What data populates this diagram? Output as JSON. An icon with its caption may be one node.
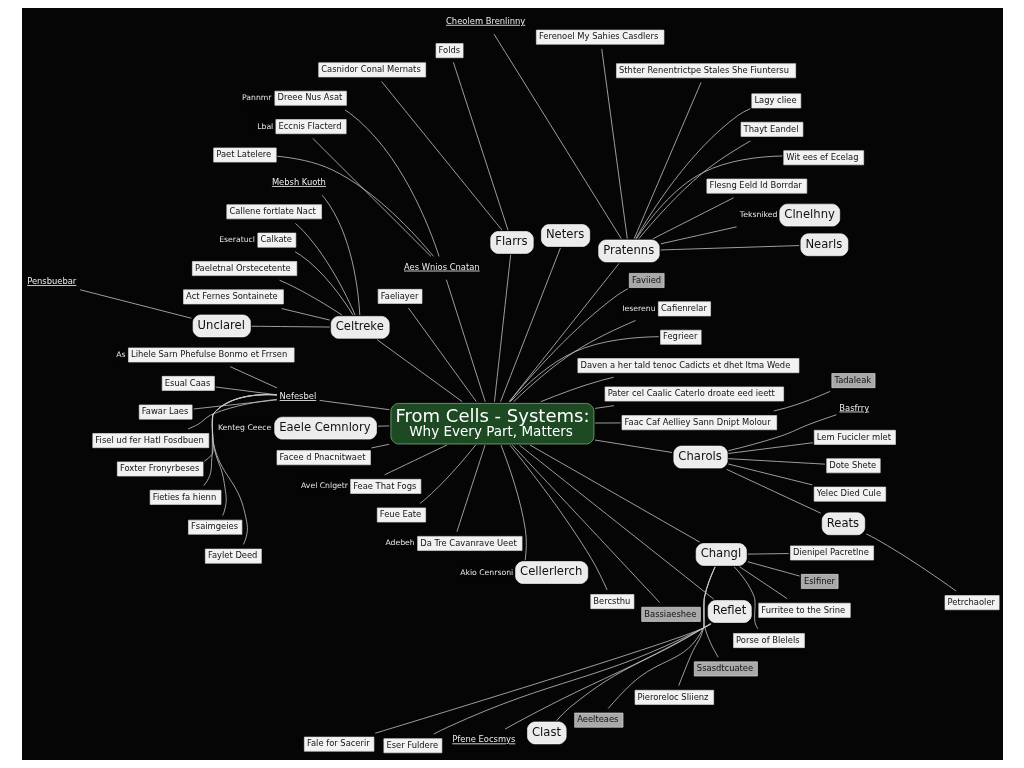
{
  "diagram": {
    "nodes": [
      {
        "text": [
          "From Cells - Systems:",
          "Why Every Part, Matters"
        ]
      },
      {
        "text": [
          "Celtreke"
        ]
      },
      {
        "text": [
          "Mebsh Kuoth"
        ]
      },
      {
        "text": [
          "Callene fortlate Nact"
        ]
      },
      {
        "text": [
          "Calkate"
        ],
        "beside": [
          "Eseratucl"
        ]
      },
      {
        "text": [
          "Paeletnal Orstecetente"
        ]
      },
      {
        "text": [
          "Act Fernes Sontainete"
        ]
      },
      {
        "text": [
          "Unclarel"
        ]
      },
      {
        "text": [
          "Pensbuebar"
        ]
      },
      {
        "text": [
          "Aes Wnios Cnatan"
        ]
      },
      {
        "text": [
          "Paet Latelere"
        ]
      },
      {
        "text": [
          "Eccnis Flacterd"
        ],
        "beside": [
          "Lbal"
        ]
      },
      {
        "text": [
          "Dreee Nus Asat"
        ],
        "beside": [
          "Pannmr"
        ]
      },
      {
        "text": [
          "Faeliayer"
        ]
      },
      {
        "text": [
          "Casnidor Conal Mernats"
        ]
      },
      {
        "text": [
          "Folds"
        ]
      },
      {
        "text": [
          "Flarrs"
        ]
      },
      {
        "text": [
          "Neters"
        ]
      },
      {
        "text": [
          "Pratenns"
        ]
      },
      {
        "text": [
          "Cheolem Brenlinny"
        ]
      },
      {
        "text": [
          "Ferenoel My Sahies Casdlers"
        ]
      },
      {
        "text": [
          "Sthter Renentrictpe Stales She Fiuntersu"
        ]
      },
      {
        "text": [
          "Lagy cliee"
        ]
      },
      {
        "text": [
          "Thayt Eandel"
        ]
      },
      {
        "text": [
          "Wit ees ef Ecelag"
        ]
      },
      {
        "text": [
          "Flesng Eeld Id Borrdar"
        ]
      },
      {
        "text": [
          "Clnelhny"
        ],
        "beside": [
          "Teksniked"
        ]
      },
      {
        "text": [
          "Nearls"
        ]
      },
      {
        "text": [
          "Faviied"
        ]
      },
      {
        "text": [
          "Cafienrelar"
        ],
        "beside": [
          "Ieserenu"
        ]
      },
      {
        "text": [
          "Fegrieer"
        ]
      },
      {
        "text": [
          "Daven a her tald tenoc Cadicts et dhet ltma Wede"
        ]
      },
      {
        "text": [
          "Pater cel Caalic Caterlo droate eed ieett"
        ]
      },
      {
        "text": [
          "Faac Caf Aelliey Sann Dnipt Molour"
        ]
      },
      {
        "text": [
          "Tadaleak"
        ]
      },
      {
        "text": [
          "Charols"
        ]
      },
      {
        "text": [
          "Basfrry"
        ]
      },
      {
        "text": [
          "Lem Fucicler mlet"
        ]
      },
      {
        "text": [
          "Dote Shete"
        ]
      },
      {
        "text": [
          "Yelec Died Cule"
        ]
      },
      {
        "text": [
          "Reats"
        ]
      },
      {
        "text": [
          "Petrchaoler"
        ]
      },
      {
        "text": [
          "Changl"
        ]
      },
      {
        "text": [
          "Dienipel Pacretlne"
        ]
      },
      {
        "text": [
          "Eslfiner"
        ]
      },
      {
        "text": [
          "Furritee to the Srine"
        ]
      },
      {
        "text": [
          "Porse of Blelels"
        ]
      },
      {
        "text": [
          "Ssasdtcuatee"
        ]
      },
      {
        "text": [
          "Pieroreloc Sliienz"
        ]
      },
      {
        "text": [
          "Aeelteaes"
        ]
      },
      {
        "text": [
          "Reflet"
        ]
      },
      {
        "text": [
          "Fale for Sacerir"
        ]
      },
      {
        "text": [
          "Eser Fuldere"
        ]
      },
      {
        "text": [
          "Pfene Eocsmys"
        ]
      },
      {
        "text": [
          "Clast"
        ]
      },
      {
        "text": [
          "Eaele Cemnlory"
        ],
        "beside": [
          "Kenteg Ceece"
        ]
      },
      {
        "text": [
          "Facee d Pnacnitwaet"
        ]
      },
      {
        "text": [
          "Feae That Fogs"
        ],
        "beside": [
          "Avel Cnlgetr"
        ]
      },
      {
        "text": [
          "Feue Eate"
        ]
      },
      {
        "text": [
          "Da Tre Cavanrave Ueet"
        ],
        "beside": [
          "Adebeh"
        ]
      },
      {
        "text": [
          "Cellerlerch"
        ],
        "beside": [
          "Akio Cenrsoni"
        ]
      },
      {
        "text": [
          "Bercsthu"
        ]
      },
      {
        "text": [
          "Bassiaeshee"
        ]
      },
      {
        "text": [
          "Nefesbel"
        ]
      },
      {
        "text": [
          "Lihele Sarn Phefulse Bonmo et Frrsen"
        ],
        "beside": [
          "As"
        ]
      },
      {
        "text": [
          "Esual Caas"
        ]
      },
      {
        "text": [
          "Fawar Laes"
        ]
      },
      {
        "text": [
          "Fisel ud fer Hatl Fosdbuen"
        ]
      },
      {
        "text": [
          "Foxter Fronyrbeses"
        ]
      },
      {
        "text": [
          "Fieties fa hienn"
        ]
      },
      {
        "text": [
          "Fsaimgeies"
        ]
      },
      {
        "text": [
          "Faylet Deed"
        ]
      }
    ],
    "edges": [
      {
        "from": 0,
        "to": 1,
        "arrow": "none"
      },
      {
        "from": 1,
        "to": 2,
        "arrow": "none"
      },
      {
        "from": 1,
        "to": 3,
        "arrow": "none"
      },
      {
        "from": 1,
        "to": 4,
        "arrow": "none"
      },
      {
        "from": 1,
        "to": 5,
        "arrow": "none"
      },
      {
        "from": 1,
        "to": 6,
        "arrow": "none"
      },
      {
        "from": 1,
        "to": 7,
        "arrow": "none"
      },
      {
        "from": 7,
        "to": 8,
        "arrow": "none"
      },
      {
        "from": 0,
        "to": 9,
        "arrow": "none"
      },
      {
        "from": 9,
        "to": 10,
        "arrow": "none"
      },
      {
        "from": 9,
        "to": 11,
        "arrow": "none"
      },
      {
        "from": 9,
        "to": 12,
        "arrow": "none"
      },
      {
        "from": 0,
        "to": 13,
        "arrow": "none"
      },
      {
        "from": 0,
        "to": 16,
        "arrow": "none"
      },
      {
        "from": 16,
        "to": 14,
        "arrow": "none"
      },
      {
        "from": 16,
        "to": 15,
        "arrow": "none"
      },
      {
        "from": 0,
        "to": 17,
        "arrow": "none"
      },
      {
        "from": 0,
        "to": 18,
        "arrow": "none"
      },
      {
        "from": 18,
        "to": 19,
        "arrow": "none"
      },
      {
        "from": 18,
        "to": 20,
        "arrow": "none"
      },
      {
        "from": 18,
        "to": 21,
        "arrow": "none"
      },
      {
        "from": 18,
        "to": 22,
        "arrow": "none"
      },
      {
        "from": 18,
        "to": 23,
        "arrow": "none"
      },
      {
        "from": 18,
        "to": 24,
        "arrow": "none"
      },
      {
        "from": 18,
        "to": 25,
        "arrow": "none"
      },
      {
        "from": 18,
        "to": 26,
        "arrow": "none"
      },
      {
        "from": 18,
        "to": 27,
        "arrow": "none"
      },
      {
        "from": 0,
        "to": 28,
        "arrow": "none"
      },
      {
        "from": 0,
        "to": 29,
        "arrow": "none"
      },
      {
        "from": 0,
        "to": 30,
        "arrow": "none"
      },
      {
        "from": 0,
        "to": 31,
        "arrow": "none"
      },
      {
        "from": 0,
        "to": 32,
        "arrow": "none"
      },
      {
        "from": 0,
        "to": 33,
        "arrow": "none"
      },
      {
        "from": 33,
        "to": 34,
        "arrow": "none"
      },
      {
        "from": 0,
        "to": 35,
        "arrow": "none"
      },
      {
        "from": 35,
        "to": 36,
        "arrow": "none"
      },
      {
        "from": 35,
        "to": 37,
        "arrow": "none"
      },
      {
        "from": 35,
        "to": 38,
        "arrow": "none"
      },
      {
        "from": 35,
        "to": 39,
        "arrow": "none"
      },
      {
        "from": 35,
        "to": 40,
        "arrow": "none"
      },
      {
        "from": 40,
        "to": 41,
        "arrow": "none"
      },
      {
        "from": 0,
        "to": 42,
        "arrow": "none"
      },
      {
        "from": 42,
        "to": 43,
        "arrow": "none"
      },
      {
        "from": 42,
        "to": 44,
        "arrow": "none"
      },
      {
        "from": 42,
        "to": 45,
        "arrow": "none"
      },
      {
        "from": 42,
        "to": 46,
        "arrow": "none"
      },
      {
        "from": 42,
        "to": 47,
        "arrow": "none"
      },
      {
        "from": 42,
        "to": 48,
        "arrow": "none"
      },
      {
        "from": 42,
        "to": 49,
        "arrow": "none"
      },
      {
        "from": 0,
        "to": 50,
        "arrow": "none"
      },
      {
        "from": 50,
        "to": 51,
        "arrow": "none"
      },
      {
        "from": 50,
        "to": 52,
        "arrow": "none"
      },
      {
        "from": 50,
        "to": 53,
        "arrow": "none"
      },
      {
        "from": 50,
        "to": 54,
        "arrow": "none"
      },
      {
        "from": 0,
        "to": 55,
        "arrow": "none"
      },
      {
        "from": 0,
        "to": 56,
        "arrow": "none"
      },
      {
        "from": 0,
        "to": 57,
        "arrow": "none"
      },
      {
        "from": 0,
        "to": 58,
        "arrow": "none"
      },
      {
        "from": 0,
        "to": 59,
        "arrow": "none"
      },
      {
        "from": 0,
        "to": 60,
        "arrow": "none"
      },
      {
        "from": 0,
        "to": 61,
        "arrow": "none"
      },
      {
        "from": 0,
        "to": 62,
        "arrow": "none"
      },
      {
        "from": 0,
        "to": 63,
        "arrow": "none"
      },
      {
        "from": 63,
        "to": 64,
        "arrow": "none"
      },
      {
        "from": 63,
        "to": 65,
        "arrow": "none"
      },
      {
        "from": 63,
        "to": 66,
        "arrow": "none"
      },
      {
        "from": 63,
        "to": 67,
        "arrow": "none"
      },
      {
        "from": 63,
        "to": 68,
        "arrow": "none"
      },
      {
        "from": 63,
        "to": 69,
        "arrow": "none"
      },
      {
        "from": 63,
        "to": 70,
        "arrow": "none"
      },
      {
        "from": 63,
        "to": 71,
        "arrow": "none"
      }
    ]
  }
}
